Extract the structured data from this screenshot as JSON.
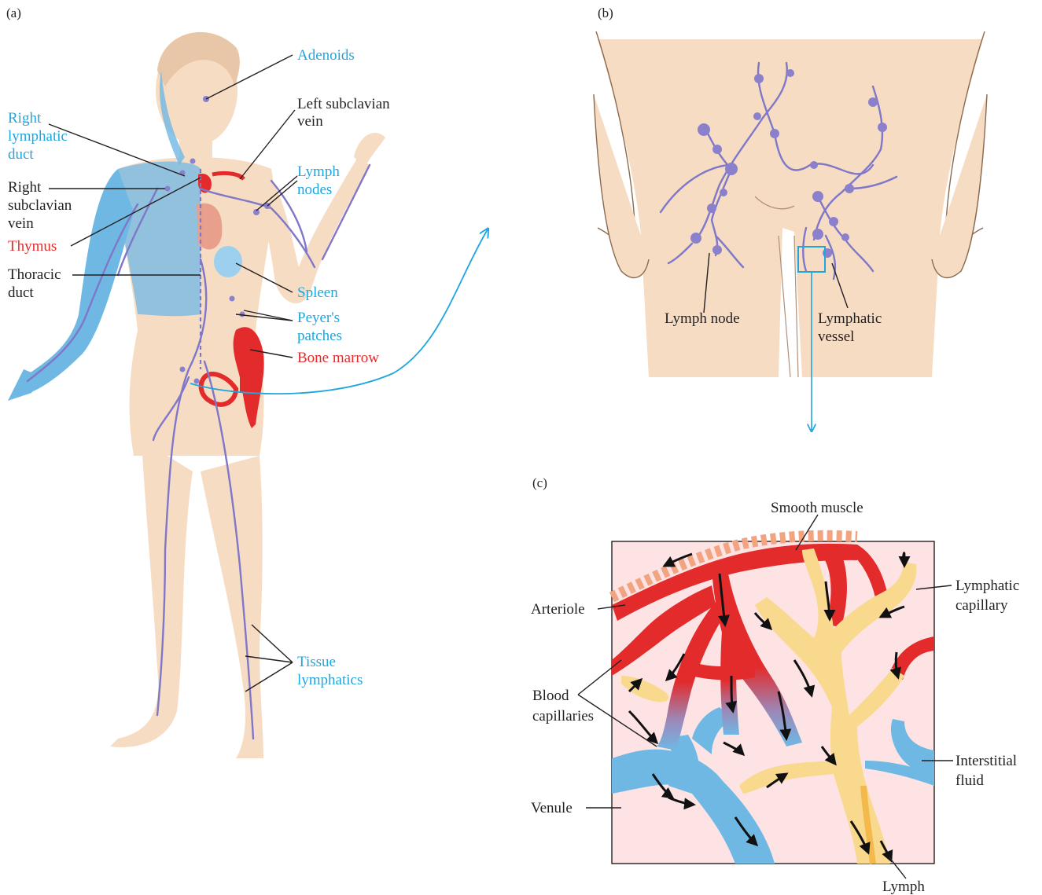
{
  "panels": {
    "a": "(a)",
    "b": "(b)",
    "c": "(c)"
  },
  "panel_a_labels": {
    "adenoids": "Adenoids",
    "left_subclavian_1": "Left subclavian",
    "left_subclavian_2": "vein",
    "right_lymphatic_1": "Right",
    "right_lymphatic_2": "lymphatic",
    "right_lymphatic_3": "duct",
    "right_subclavian_1": "Right",
    "right_subclavian_2": "subclavian",
    "right_subclavian_3": "vein",
    "thymus": "Thymus",
    "thoracic_1": "Thoracic",
    "thoracic_2": "duct",
    "lymph_nodes_1": "Lymph",
    "lymph_nodes_2": "nodes",
    "spleen": "Spleen",
    "peyers_1": "Peyer's",
    "peyers_2": "patches",
    "bone_marrow": "Bone marrow",
    "tissue_1": "Tissue",
    "tissue_2": "lymphatics"
  },
  "panel_b_labels": {
    "lymph_node": "Lymph node",
    "lymphatic_vessel_1": "Lymphatic",
    "lymphatic_vessel_2": "vessel"
  },
  "panel_c_labels": {
    "smooth_muscle": "Smooth muscle",
    "arteriole": "Arteriole",
    "lymphatic_capillary_1": "Lymphatic",
    "lymphatic_capillary_2": "capillary",
    "blood_capillaries_1": "Blood",
    "blood_capillaries_2": "capillaries",
    "interstitial_1": "Interstitial",
    "interstitial_2": "fluid",
    "venule": "Venule",
    "lymph": "Lymph"
  },
  "colors": {
    "skin": "#f7dcc4",
    "lymph_blue": "#1fa6df",
    "blood_red": "#e32b2b",
    "lymph_vessel": "#7f77c7",
    "lymph_fluid": "#f9d98e",
    "venule_blue": "#6fb8e4",
    "interstitial_pink": "#fde3e3"
  }
}
